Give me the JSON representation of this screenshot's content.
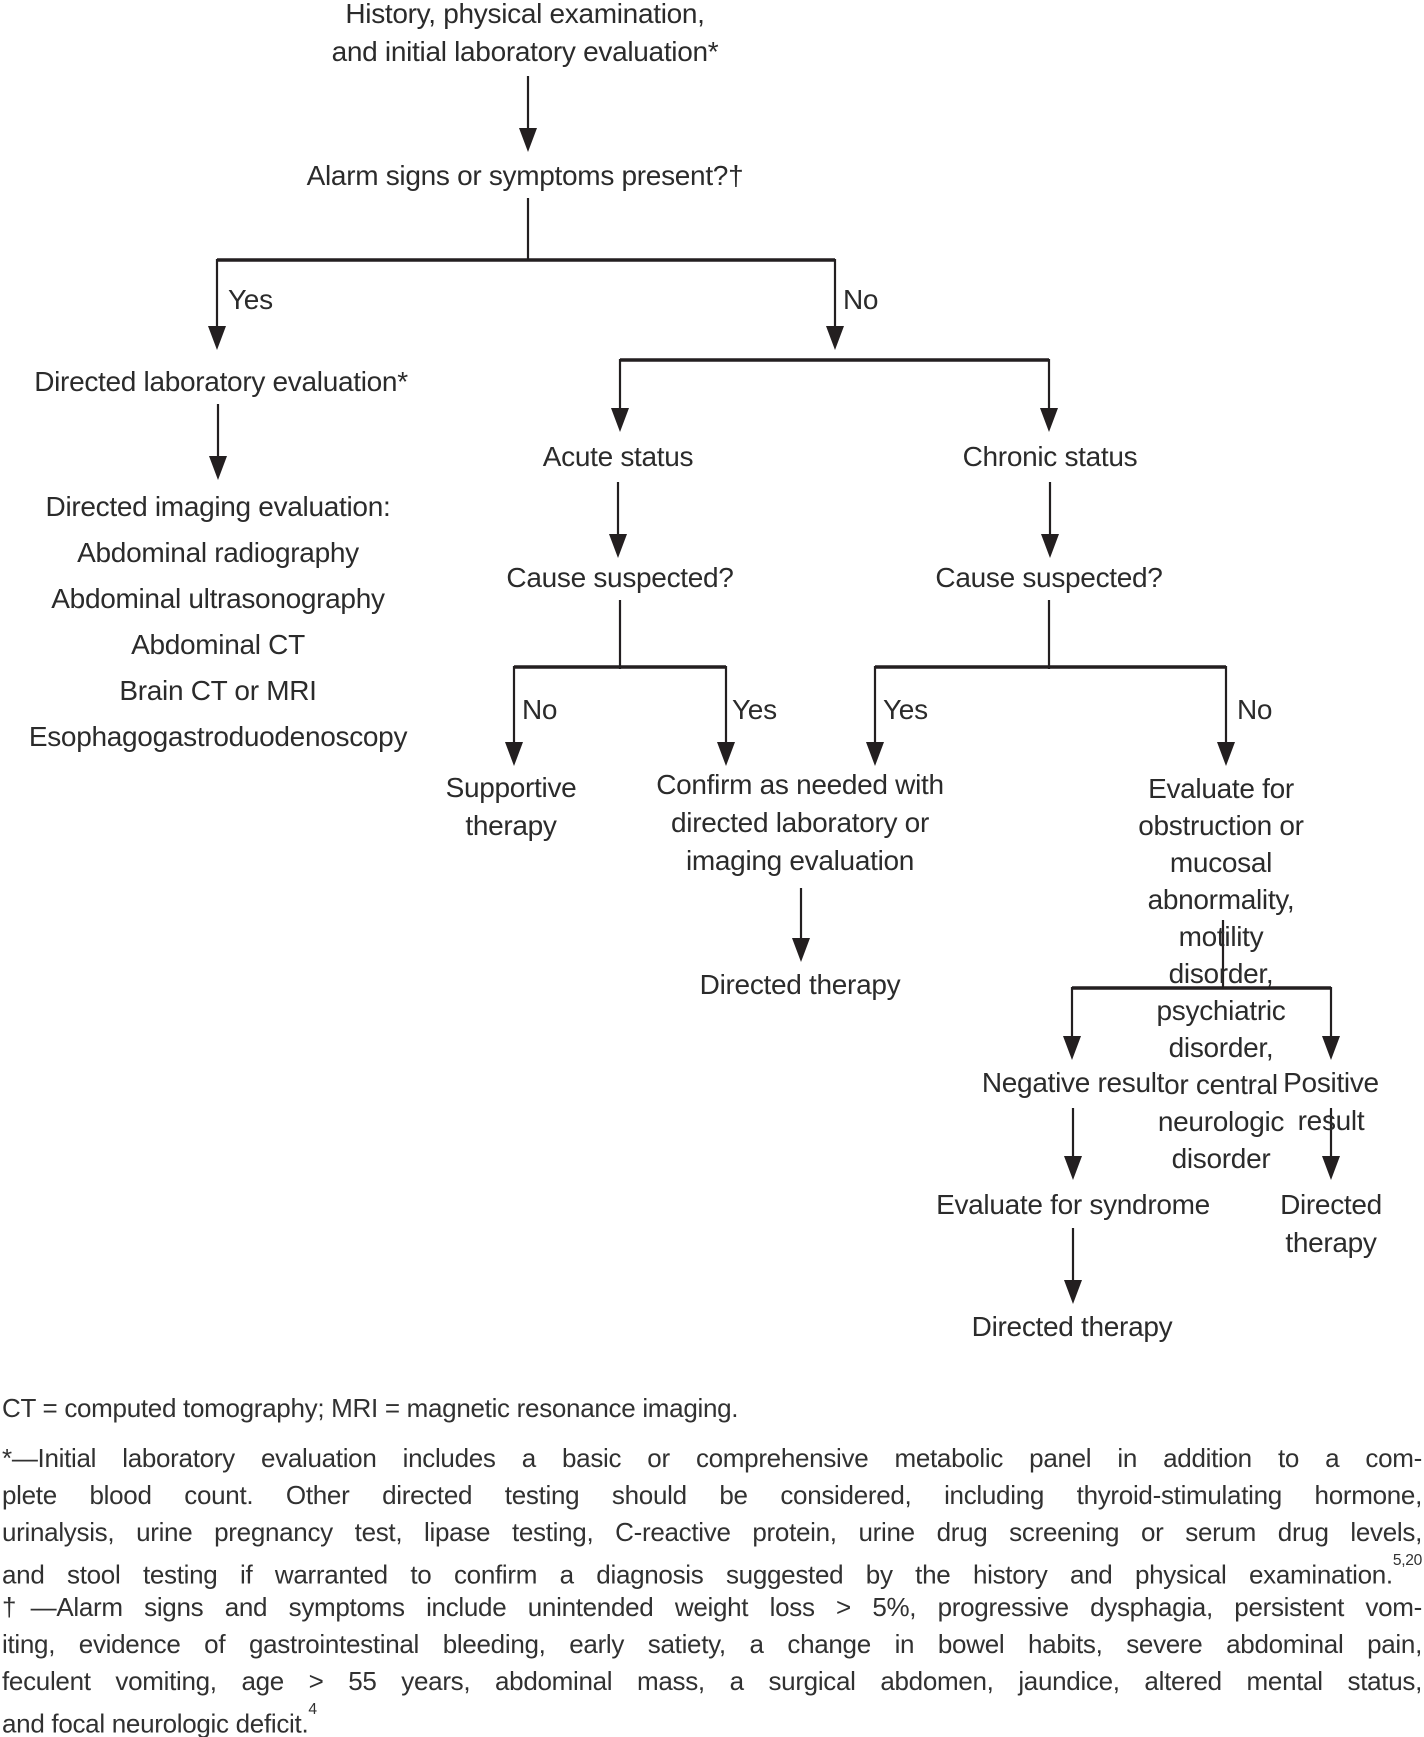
{
  "palette": {
    "background": "#ffffff",
    "text": "#2b2b2b",
    "line": "#231f20",
    "footnote_text": "#313131"
  },
  "flowchart": {
    "nodes": {
      "history": "History, physical examination,\nand initial laboratory evaluation*",
      "alarm": "Alarm signs or symptoms present?†",
      "directed_lab": "Directed laboratory evaluation*",
      "directed_imaging": "Directed imaging evaluation:\nAbdominal radiography\nAbdominal ultrasonography\nAbdominal CT\nBrain CT or MRI\nEsophagogastroduodenoscopy",
      "acute_status": "Acute status",
      "chronic_status": "Chronic status",
      "cause_suspected_acute": "Cause suspected?",
      "cause_suspected_chronic": "Cause suspected?",
      "supportive_therapy": "Supportive\ntherapy",
      "confirm": "Confirm as needed with\ndirected laboratory or\nimaging evaluation",
      "evaluate_obstruction": "Evaluate for obstruction or\nmucosal abnormality, motility\ndisorder, psychiatric disorder,\nor central neurologic disorder",
      "directed_therapy_mid": "Directed therapy",
      "negative_result": "Negative result",
      "positive_result": "Positive result",
      "evaluate_syndrome": "Evaluate for syndrome",
      "directed_therapy_right": "Directed\ntherapy",
      "directed_therapy_bottom": "Directed therapy"
    },
    "branch_labels": {
      "alarm_yes": "Yes",
      "alarm_no": "No",
      "acute_no": "No",
      "acute_yes": "Yes",
      "chronic_yes": "Yes",
      "chronic_no": "No"
    }
  },
  "footnotes": {
    "abbreviations": "CT = computed tomography; MRI = magnetic resonance imaging.",
    "asterisk_lines": [
      {
        "text": "*—Initial laboratory evaluation includes a basic or comprehensive metabolic panel in addition to a com-"
      },
      {
        "text": "plete blood count. Other directed testing should be considered, including thyroid-stimulating hormone,"
      },
      {
        "text": "urinalysis, urine pregnancy test, lipase testing, C-reactive protein, urine drug screening or serum drug levels,"
      },
      {
        "text": "and stool testing if warranted to confirm a diagnosis suggested by the history and physical examination.",
        "sup": "5,20"
      }
    ],
    "dagger_lines": [
      {
        "text": "†—Alarm signs and symptoms include unintended weight loss > 5%, progressive dysphagia, persistent vom-"
      },
      {
        "text": "iting, evidence of gastrointestinal bleeding, early satiety, a change in bowel habits, severe abdominal pain,"
      },
      {
        "text": "feculent vomiting, age > 55 years, abdominal mass, a surgical abdomen, jaundice, altered mental status,"
      },
      {
        "text": "and focal neurologic deficit.",
        "sup": "4"
      }
    ]
  }
}
